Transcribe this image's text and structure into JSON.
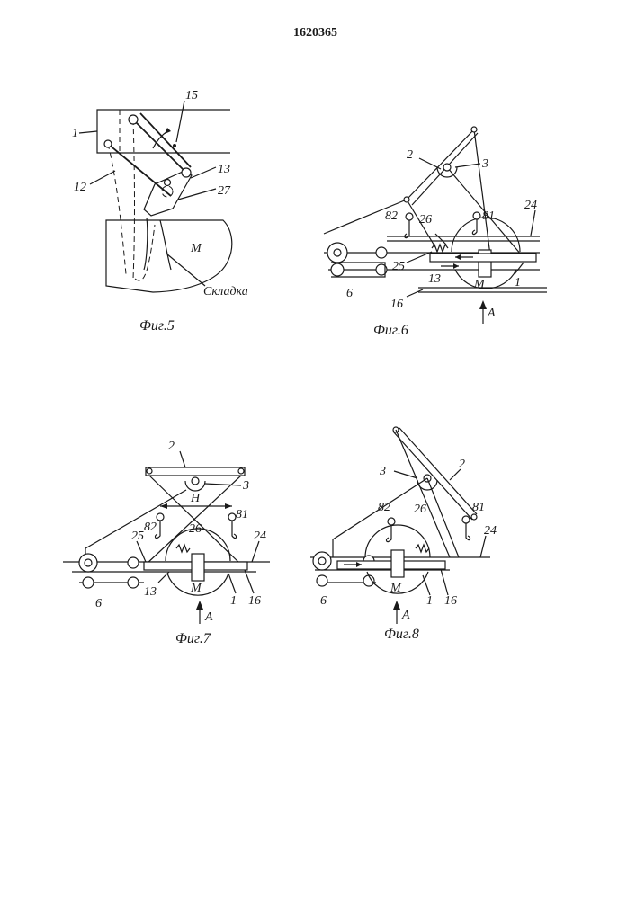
{
  "document": {
    "patent_number": "1620365"
  },
  "figures": [
    {
      "caption": "Фиг.5",
      "labels": {
        "l15": "15",
        "l1": "1",
        "l12": "12",
        "l13": "13",
        "l27": "27",
        "lM": "M",
        "lSkl": "Складка"
      }
    },
    {
      "caption": "Фиг.6",
      "labels": {
        "l2": "2",
        "l3": "3",
        "l82": "82",
        "l26": "26",
        "l81": "81",
        "l24": "24",
        "l25": "25",
        "l13": "13",
        "lM": "M",
        "l1": "1",
        "l6": "6",
        "l16": "16",
        "lA": "A"
      }
    },
    {
      "caption": "Фиг.7",
      "labels": {
        "l2": "2",
        "l3": "3",
        "lH": "H",
        "l82": "82",
        "l26": "26",
        "l81": "81",
        "l25": "25",
        "l24": "24",
        "l6": "6",
        "l13": "13",
        "lM": "M",
        "l1": "1",
        "l16": "16",
        "lA": "A"
      }
    },
    {
      "caption": "Фиг.8",
      "labels": {
        "l3": "3",
        "l2": "2",
        "l82": "82",
        "l26": "26",
        "l81": "81",
        "l24": "24",
        "l6": "6",
        "lM": "M",
        "l1": "1",
        "l16": "16",
        "lA": "A"
      }
    }
  ]
}
